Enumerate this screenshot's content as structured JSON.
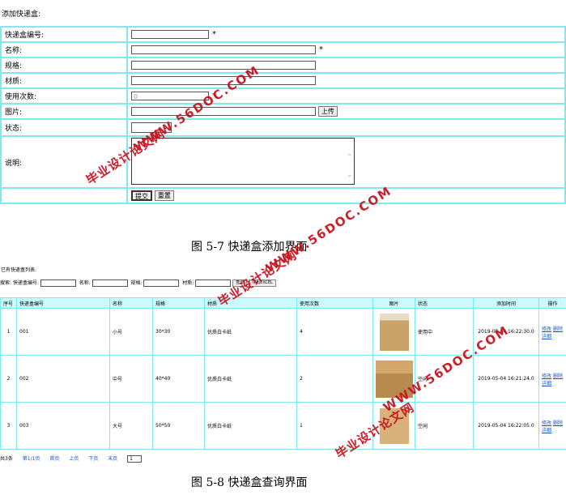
{
  "form": {
    "title": "添加快递盒:",
    "fields": {
      "code": {
        "label": "快递盒编号:",
        "star": "*"
      },
      "name": {
        "label": "名称:",
        "star": "*"
      },
      "spec": {
        "label": "规格:"
      },
      "material": {
        "label": "材质:"
      },
      "uses": {
        "label": "使用次数:",
        "value": "0",
        "star": "*"
      },
      "image": {
        "label": "图片:",
        "upload": "上传"
      },
      "status": {
        "label": "状态:",
        "arrow": "⌄"
      },
      "desc": {
        "label": "说明:"
      }
    },
    "submit": "提交",
    "reset": "重置"
  },
  "caption1": "图 5-7 快递盒添加界面",
  "list": {
    "title": "已有快递盒列表:",
    "search": {
      "prefix": "搜索:",
      "code_label": "快递盒编号:",
      "name_label": "名称:",
      "spec_label": "规格:",
      "material_label": "材质:",
      "query_btn": "查询",
      "export_btn": "导出EXCEL"
    },
    "columns": [
      "序号",
      "快递盒编号",
      "名称",
      "规格",
      "材质",
      "使用次数",
      "图片",
      "状态",
      "添加时间",
      "操作"
    ],
    "rows": [
      {
        "no": "1",
        "code": "001",
        "name": "小号",
        "spec": "30*30",
        "material": "优质白卡纸",
        "uses": "4",
        "status": "使用中",
        "time": "2019-05-04 16:22:30.0"
      },
      {
        "no": "2",
        "code": "002",
        "name": "中号",
        "spec": "40*40",
        "material": "优质白卡纸",
        "uses": "2",
        "status": "空闲",
        "time": "2019-05-04 16:21:24.0"
      },
      {
        "no": "3",
        "code": "003",
        "name": "大号",
        "spec": "50*50",
        "material": "优质白卡纸",
        "uses": "1",
        "status": "空闲",
        "time": "2019-05-04 16:22:05.0"
      }
    ],
    "ops": {
      "edit": "修改",
      "del": "删除",
      "detail": "详细"
    },
    "pager": {
      "total": "共3条",
      "page": "第1/1页",
      "first": "首页",
      "prev": "上页",
      "next": "下页",
      "last": "末页",
      "select": "1"
    }
  },
  "caption2": "图 5-8 快递盒查询界面",
  "watermark": {
    "en": "WWW.56DOC.COM",
    "cn": "毕业设计论文网"
  }
}
